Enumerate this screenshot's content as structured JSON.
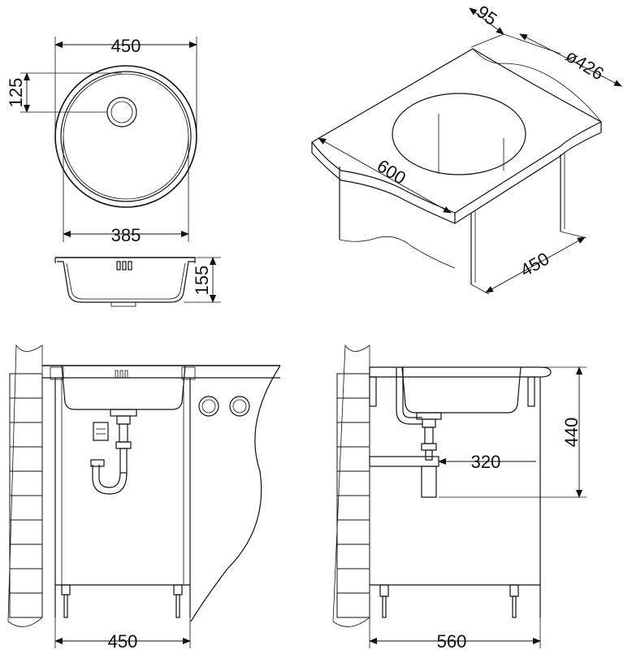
{
  "dimensions": {
    "top_view_width": "450",
    "drain_offset": "125",
    "bowl_inner_width": "385",
    "bowl_depth": "155",
    "iso_depth_front": "95",
    "iso_cutout_diameter": "ø426",
    "iso_length": "600",
    "iso_width": "450",
    "front_cabinet_width": "450",
    "side_drain_offset": "320",
    "side_height": "440",
    "side_cabinet_depth": "560"
  }
}
